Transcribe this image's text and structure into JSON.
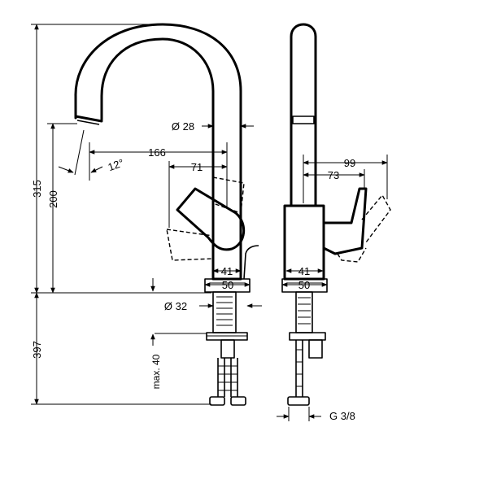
{
  "dimensions": {
    "height_total_above": "315",
    "height_spout": "200",
    "height_below": "397",
    "spout_reach": "166",
    "spout_angle": "12°",
    "lever_offset": "71",
    "body_diameter": "Ø 28",
    "base_diameter": "Ø 32",
    "base_width_front": "41",
    "plate_width_front": "50",
    "base_width_side": "41",
    "plate_width_side": "50",
    "lever_reach_side": "99",
    "lever_offset_side": "73",
    "max_countertop": "max. 40",
    "thread": "G 3/8"
  },
  "colors": {
    "line": "#000000",
    "background": "#ffffff"
  }
}
